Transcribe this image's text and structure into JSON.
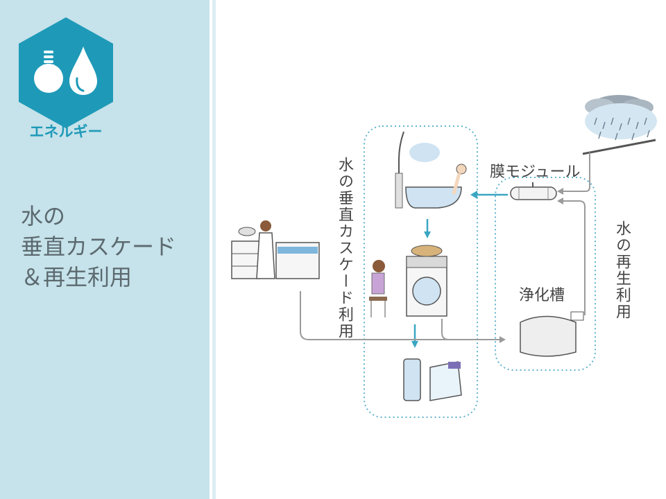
{
  "category_badge": {
    "label": "エネルギー",
    "icons": [
      "light-bulb-icon",
      "water-drop-icon"
    ],
    "color": "#1e9ab8"
  },
  "slide_title": {
    "line1": "水の",
    "line2": "垂直カスケード",
    "line3": "＆再生利用"
  },
  "diagram": {
    "cascade_label": "水の垂直カスケード利用",
    "reuse_label": "水の再生利用",
    "membrane_label": "膜モジュール",
    "septic_label": "浄化槽"
  },
  "colors": {
    "sidebar": "#c6e2ea",
    "accent": "#1e9ab8",
    "arrow": "#3aa6c2",
    "pipe": "#9a9a9a"
  }
}
